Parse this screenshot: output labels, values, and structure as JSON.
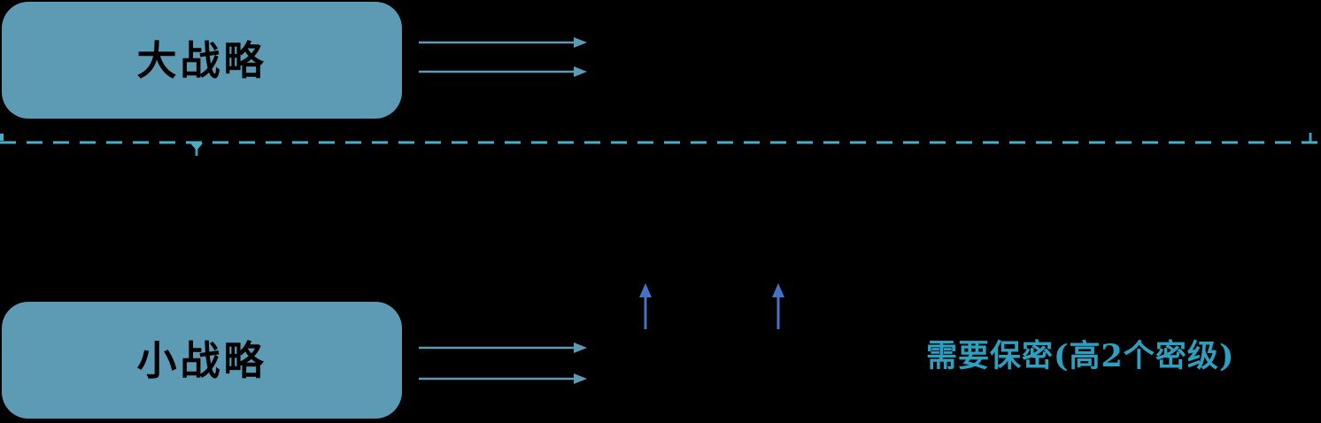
{
  "diagram": {
    "background_color": "#000000",
    "boxes": [
      {
        "label": "大战略"
      },
      {
        "label": "小战略"
      }
    ],
    "box_style": {
      "fill": "#5D9AB4",
      "text_color": "#000000"
    },
    "arrows": {
      "horizontal_color": "#5D9AB4",
      "horizontal_per_box": 2,
      "upward_color": "#4472C4",
      "upward_count": 2
    },
    "divider": {
      "style": "dashed",
      "color": "#4BACC6"
    },
    "annotation": {
      "text": "需要保密(高2个密级)",
      "color": "#2E9FBF"
    }
  }
}
